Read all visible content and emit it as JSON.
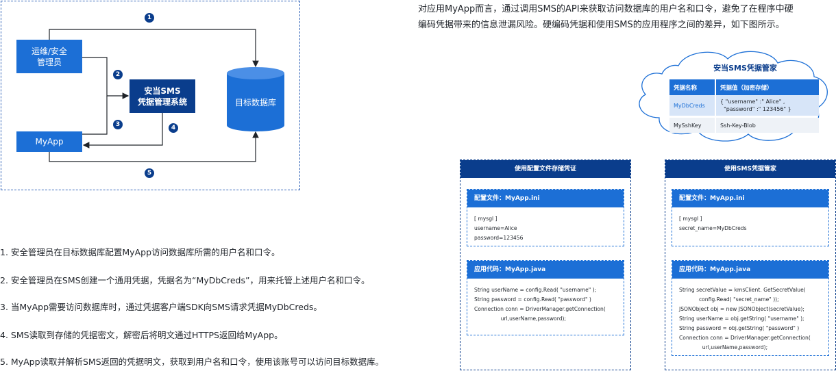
{
  "intro": {
    "line1": "对应用MyApp而言，通过调用SMS的API来获取访问数据库的用户名和口令，避免了在程序中硬",
    "line2": "编码凭据带来的信息泄漏风险。硬编码凭据和使用SMS的应用程序之间的差异，如下图所示。"
  },
  "flow": {
    "ops_admin": "运维/安全\n管理员",
    "sms_system": "安当SMS\n凭据管理系统",
    "myapp": "MyApp",
    "target_db": "目标数据库",
    "numbers": [
      "1",
      "2",
      "3",
      "4",
      "5"
    ]
  },
  "steps": [
    "1. 安全管理员在目标数据库配置MyApp访问数据库所需的用户名和口令。",
    "2. 安全管理员在SMS创建一个通用凭据，凭据名为“MyDbCreds”，用来托管上述用户名和口令。",
    "3. 当MyApp需要访问数据库时，通过凭据客户端SDK向SMS请求凭据MyDbCreds。",
    "4. SMS读取到存储的凭据密文，解密后将明文通过HTTPS返回给MyApp。",
    "5. MyApp读取并解析SMS返回的凭据明文，获取到用户名和口令，使用该账号可以访问目标数据库。"
  ],
  "cloud": {
    "title": "安当SMS凭据管家",
    "headers": [
      "凭据名称",
      "凭据值（加密存储）"
    ],
    "rows": [
      {
        "name": "MyDbCreds",
        "value": "{ \"username\" :\" Alice\" ,\n  \"password\" :\" 123456\" }"
      },
      {
        "name": "MySshKey",
        "value": "Ssh-Key-Blob"
      }
    ],
    "highlight_color": "#1c6fd6"
  },
  "panels": [
    {
      "title": "使用配置文件存储凭证",
      "config_title": "配置文件：MyApp.ini",
      "config_body": "[ mysgl ]\nusername=Alice\npassword=123456",
      "code_title": "应用代码：MyApp.java",
      "code_body": "String userName = config.Read( \"username\" );\nString password = config.Read( \"password\" )\nConnection conn = DriverManager.getConnection(\n                url,userName,password);"
    },
    {
      "title": "使用SMS凭据管家",
      "config_title": "配置文件：MyApp.ini",
      "config_body": "[ mysgl ]\nsecret_name=MyDbCreds",
      "code_title": "应用代码：MyApp.java",
      "code_body": "String secretValue = kmsClient. GetSecretValue(\n            config.Read( \"secret_name\" ));\nJSONObject obj = new JSONObject(secretValue);\nString userName = obj.getString( \"username\" );\nString password = obj.getString( \"password\" )\nConnection conn = DriverManager.getConnection(\n              url,userName,password);"
    }
  ]
}
